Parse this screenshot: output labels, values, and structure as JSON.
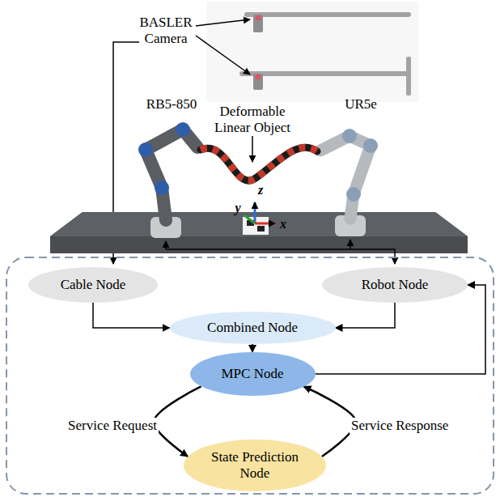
{
  "diagram": {
    "nodes": [
      {
        "text": [
          "Cable Node"
        ]
      },
      {
        "text": [
          "Robot Node"
        ]
      },
      {
        "text": [
          "Combined Node"
        ]
      },
      {
        "text": [
          "MPC Node"
        ]
      },
      {
        "text": [
          "State Prediction Node"
        ]
      }
    ],
    "edges": [
      {
        "from": 0,
        "to": 2,
        "arrow": "to"
      },
      {
        "from": 1,
        "to": 2,
        "arrow": "to"
      },
      {
        "from": 2,
        "to": 3,
        "arrow": "to"
      },
      {
        "from": 3,
        "to": 1,
        "arrow": "to"
      },
      {
        "from": 3,
        "to": 4,
        "label": "Service Request",
        "arrow": "to"
      },
      {
        "from": 4,
        "to": 3,
        "label": "Service Response",
        "arrow": "to"
      }
    ],
    "labels": [
      "BASLER Camera",
      "RB5-850",
      "Deformable Linear Object",
      "UR5e",
      "z",
      "y",
      "x"
    ]
  }
}
